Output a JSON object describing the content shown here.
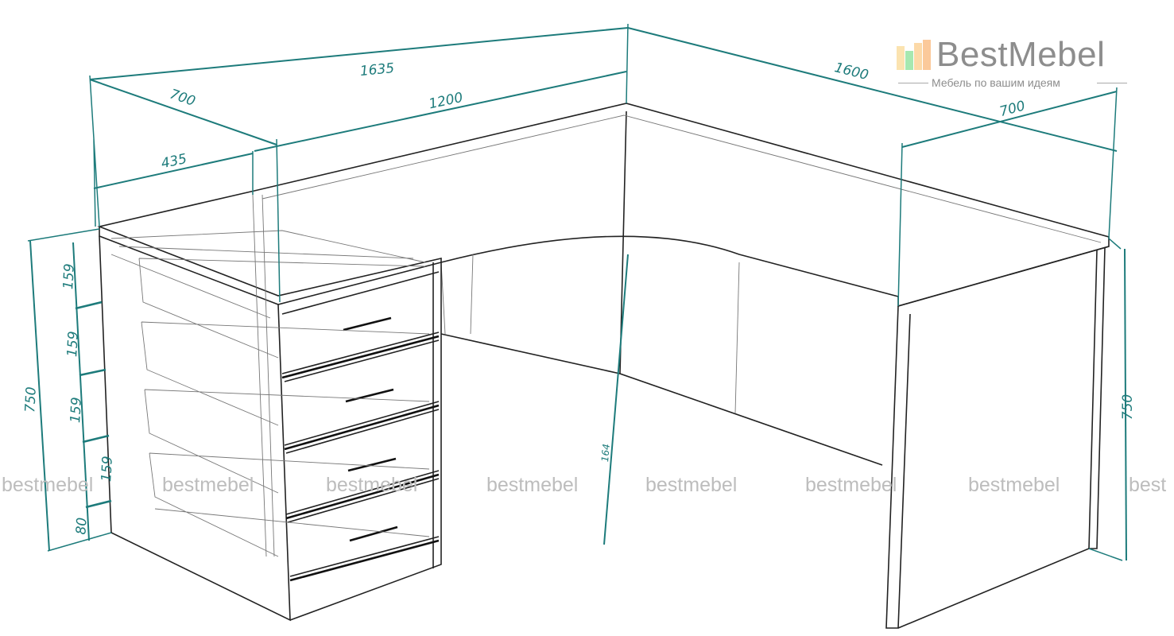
{
  "logo": {
    "name": "BestMebel",
    "tagline": "Мебель по вашим идеям"
  },
  "watermark": "bestmebel",
  "watermark_partial": "best",
  "dimensions": {
    "overall_left_length": "1635",
    "top_left_inner": "1200",
    "left_depth": "700",
    "pedestal_width": "435",
    "overall_right_length": "1600",
    "right_depth": "700",
    "height_left": "750",
    "height_right": "750",
    "drawer_1": "159",
    "drawer_2": "159",
    "drawer_3": "159",
    "drawer_4": "159",
    "plinth": "80",
    "inner_clearance": "164"
  },
  "colors": {
    "dimension": "#1d7b7b",
    "watermark": "#bdbdbd"
  }
}
